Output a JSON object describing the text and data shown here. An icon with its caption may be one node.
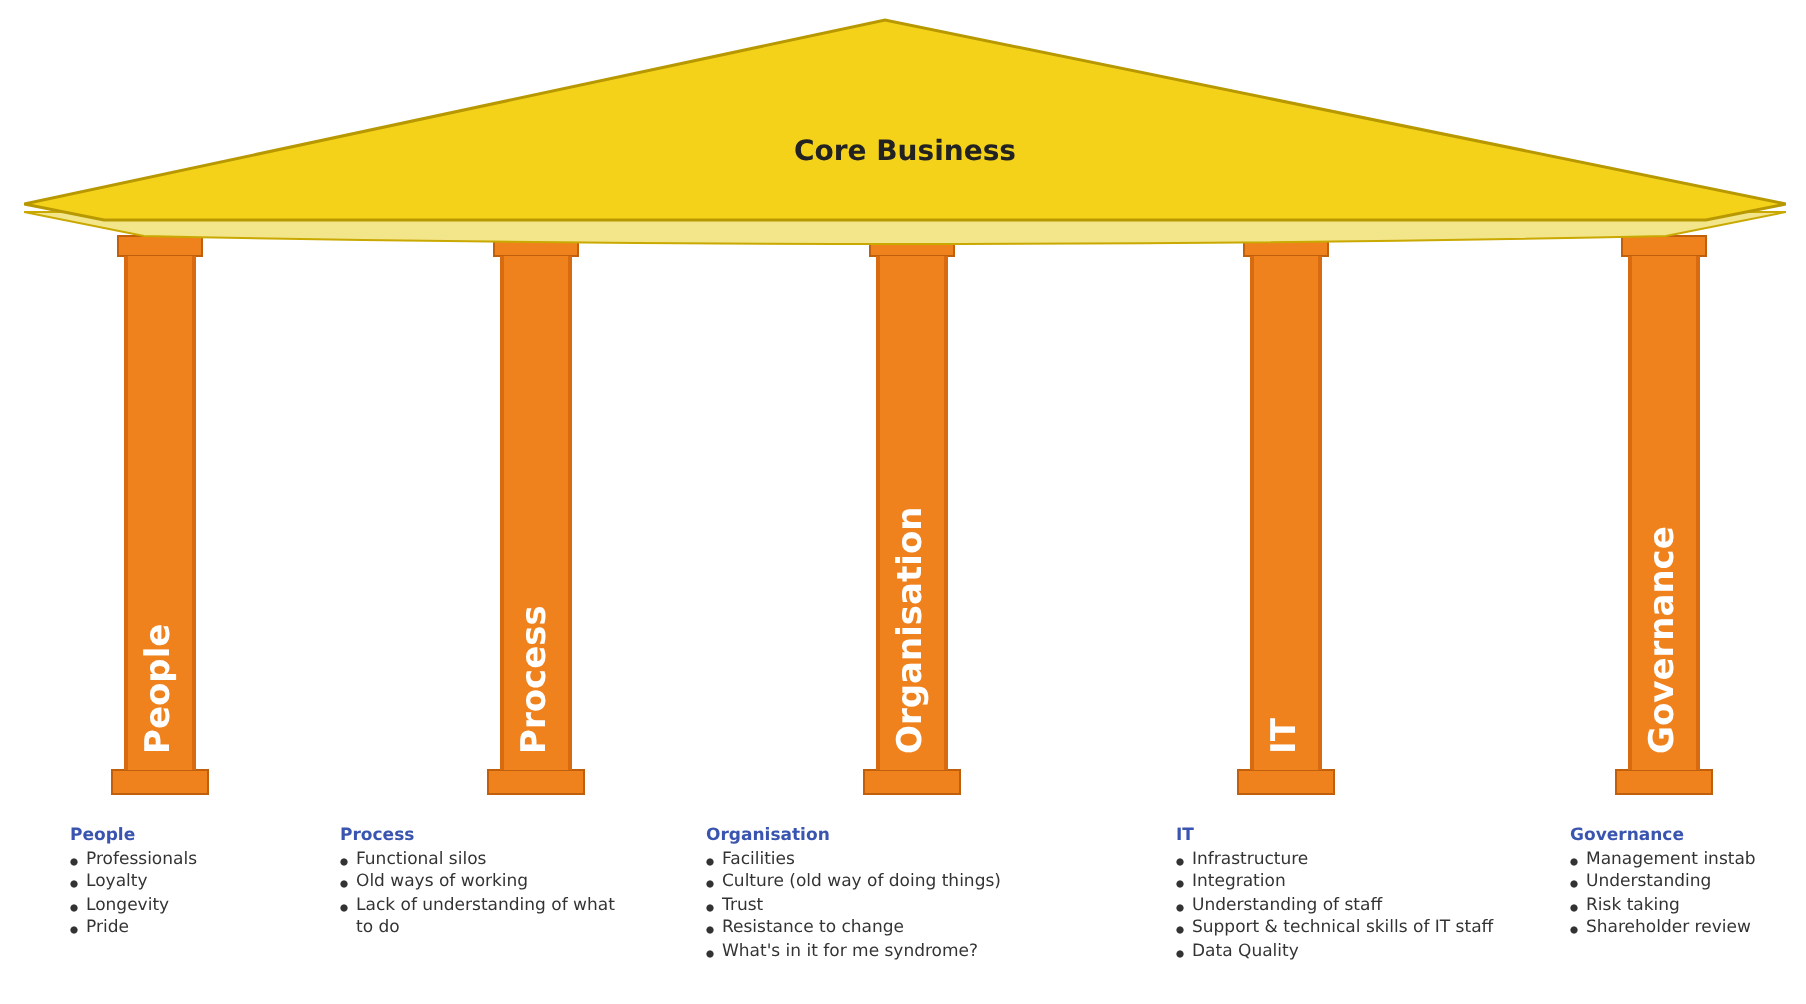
{
  "diagram": {
    "nodes": [
      {
        "text": [
          "Core Business"
        ]
      },
      {
        "text": [
          "People"
        ]
      },
      {
        "text": [
          "Process"
        ]
      },
      {
        "text": [
          "Organisation"
        ]
      },
      {
        "text": [
          "IT"
        ]
      },
      {
        "text": [
          "Governance"
        ]
      }
    ],
    "labels": [
      "People",
      "Professionals",
      "Loyalty",
      "Longevity",
      "Pride",
      "Process",
      "Functional silos",
      "Old ways of working",
      "Lack of understanding of what to do",
      "Organisation",
      "Facilities",
      "Culture (old way of doing things)",
      "Trust",
      "Resistance to change",
      "What's in it for me syndrome?",
      "IT",
      "Infrastructure",
      "Integration",
      "Understanding of staff",
      "Support & technical skills of IT staff",
      "Data Quality",
      "Governance",
      "Management instab",
      "Understanding",
      "Risk taking",
      "Shareholder review"
    ]
  }
}
